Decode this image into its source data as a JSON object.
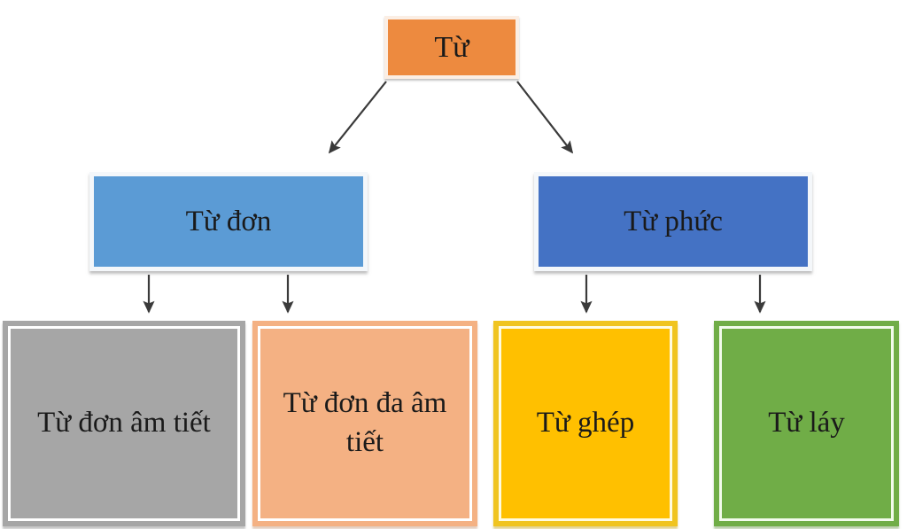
{
  "diagram": {
    "type": "hierarchy-tree",
    "language": "vi",
    "background_color": "#FFFFFF",
    "levels": 3,
    "nodes": [
      {
        "id": "root",
        "label": "Từ",
        "level": 1,
        "fill_color": "#ED8A3F",
        "border_color": "#FBEEE4",
        "text_color": "#1A1A1A"
      },
      {
        "id": "tu-don",
        "label": "Từ đơn",
        "level": 2,
        "fill_color": "#5B9BD5",
        "border_color": "#F4F7FA",
        "text_color": "#11243A"
      },
      {
        "id": "tu-phuc",
        "label": "Từ phức",
        "level": 2,
        "fill_color": "#4472C4",
        "border_color": "#F4F7FA",
        "text_color": "#0E1C33"
      },
      {
        "id": "tu-don-am-tiet",
        "label": "Từ đơn âm tiết",
        "level": 3,
        "fill_color": "#A6A6A6",
        "border_color": "#FFFFFF",
        "text_color": "#101010"
      },
      {
        "id": "tu-don-da-am-tiet",
        "label": "Từ đơn đa âm tiết",
        "level": 3,
        "fill_color": "#F4B183",
        "border_color": "#FFFFFF",
        "text_color": "#201008"
      },
      {
        "id": "tu-ghep",
        "label": "Từ ghép",
        "level": 3,
        "fill_color": "#FFC000",
        "border_color": "#FFFBE0",
        "text_color": "#241600"
      },
      {
        "id": "tu-lay",
        "label": "Từ láy",
        "level": 3,
        "fill_color": "#70AD47",
        "border_color": "#F2FBEC",
        "text_color": "#0A1A05"
      }
    ],
    "edges": [
      {
        "id": "root-to-tu-don",
        "from": "root",
        "to": "tu-don",
        "style": "diagonal-arrow",
        "color": "#3A3A3A"
      },
      {
        "id": "root-to-tu-phuc",
        "from": "root",
        "to": "tu-phuc",
        "style": "diagonal-arrow",
        "color": "#3A3A3A"
      },
      {
        "id": "tu-don-to-am-tiet",
        "from": "tu-don",
        "to": "tu-don-am-tiet",
        "style": "vertical-arrow",
        "color": "#3A3A3A"
      },
      {
        "id": "tu-don-to-da-am-tiet",
        "from": "tu-don",
        "to": "tu-don-da-am-tiet",
        "style": "vertical-arrow",
        "color": "#3A3A3A"
      },
      {
        "id": "tu-phuc-to-tu-ghep",
        "from": "tu-phuc",
        "to": "tu-ghep",
        "style": "vertical-arrow",
        "color": "#3A3A3A"
      },
      {
        "id": "tu-phuc-to-tu-lay",
        "from": "tu-phuc",
        "to": "tu-lay",
        "style": "vertical-arrow",
        "color": "#3A3A3A"
      }
    ]
  }
}
